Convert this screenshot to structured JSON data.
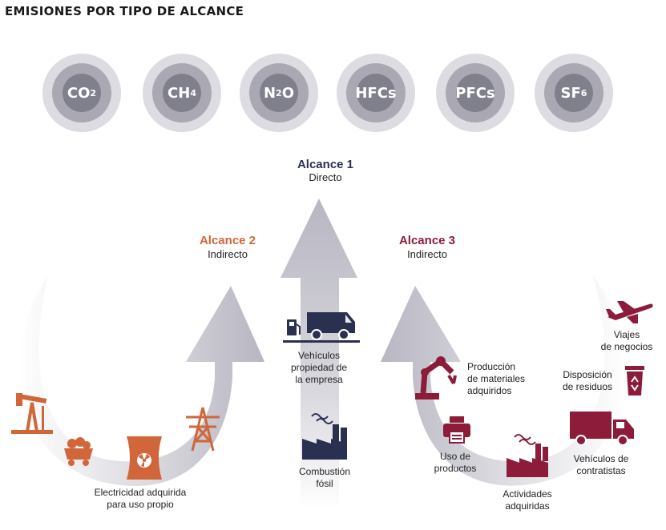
{
  "title": "EMISIONES POR TIPO DE ALCANCE",
  "gases": [
    {
      "base": "CO",
      "sub": "2"
    },
    {
      "base": "CH",
      "sub": "4"
    },
    {
      "base": "N",
      "sub": "2",
      "tail": "O"
    },
    {
      "base": "HFCs",
      "sub": ""
    },
    {
      "base": "PFCs",
      "sub": ""
    },
    {
      "base": "SF",
      "sub": "6"
    }
  ],
  "scopes": [
    {
      "title": "Alcance 1",
      "subtitle": "Directo",
      "color": "#2a3050"
    },
    {
      "title": "Alcance 2",
      "subtitle": "Indirecto",
      "color": "#d0663a"
    },
    {
      "title": "Alcance 3",
      "subtitle": "Indirecto",
      "color": "#8c1c3a"
    }
  ],
  "labels": {
    "vehiculos_propios": "Vehículos\npropiedad de\nla empresa",
    "combustion": "Combustión\nfósil",
    "electricidad": "Electricidad adquirida\npara uso propio",
    "produccion": "Producción\nde materiales\nadquiridos",
    "uso": "Uso de\nproductos",
    "actividades": "Actividades\nadquiridas",
    "contratistas": "Vehículos de\ncontratistas",
    "residuos": "Disposición\nde residuos",
    "viajes": "Viajes\nde negocios"
  },
  "colors": {
    "scope1": "#2a3050",
    "scope2": "#d0663a",
    "scope3": "#8c1c3a",
    "gas_outer": "#dcdce2",
    "gas_mid": "#a9a8b3",
    "gas_inner": "#807f8c"
  }
}
